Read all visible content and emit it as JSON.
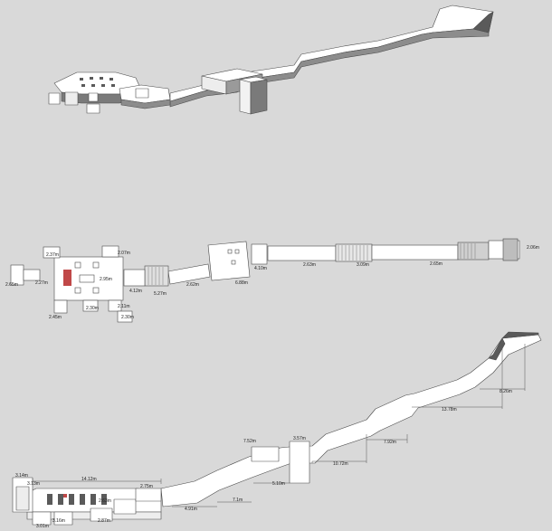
{
  "colors": {
    "background": "#d9d9d9",
    "wall_face": "#ffffff",
    "wall_shade": "#8c8c8c",
    "wall_dark": "#5a5a5a",
    "outline": "#4a4a4a",
    "highlight": "#c04848"
  },
  "plan_labels": {
    "l1": "2.37m",
    "l2": "2.07m",
    "l3": "2.65m",
    "l4": "2.27m",
    "l5": "2.95m",
    "l6": "4.12m",
    "l7": "5.27m",
    "l8": "2.62m",
    "l9": "6.88m",
    "l10": "4.10m",
    "l11": "2.63m",
    "l12": "3.09m",
    "l13": "2.65m",
    "l14": "2.06m",
    "l15": "2.11m",
    "l16": "2.45m",
    "l17": "2.30m",
    "l18": "2.30m"
  },
  "section_labels": {
    "s1": "3.14m",
    "s2": "3.13m",
    "s3": "14.12m",
    "s4": "2.75m",
    "s5": "2.63m",
    "s6": "3.01m",
    "s7": "3.16m",
    "s8": "2.87m",
    "s9": "4.91m",
    "s10": "7.1m",
    "s11": "5.10m",
    "s12": "7.52m",
    "s13": "3.57m",
    "s14": "10.72m",
    "s15": "7.92m",
    "s16": "13.78m",
    "s17": "8.26m"
  }
}
